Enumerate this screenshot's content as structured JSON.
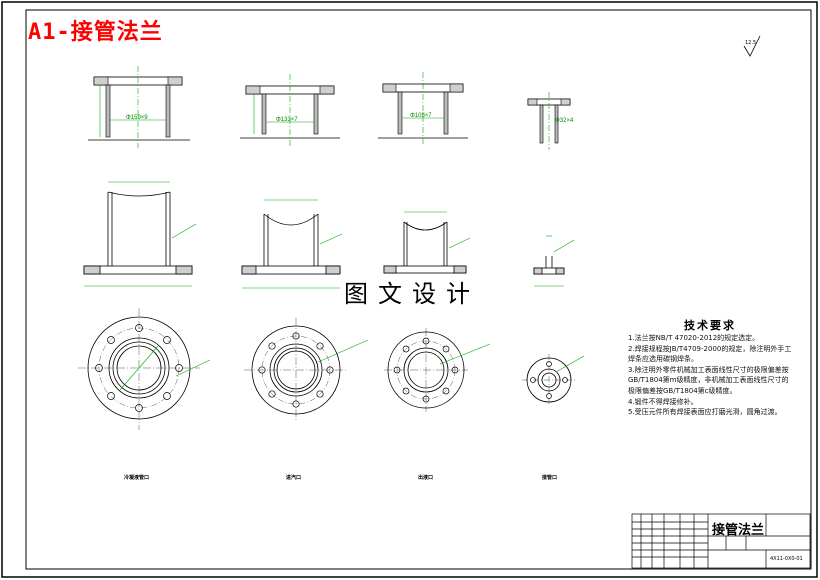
{
  "title": "A1-接管法兰",
  "watermark": "图文设计",
  "roughness": "12.5",
  "technical_requirements": {
    "heading": "技术要求",
    "items": [
      "1.法兰按NB/T 47020-2012的规定选定。",
      "2.焊接规程按JB/T4709-2000的规定，除注明外手工焊条应选用碳钢焊条。",
      "3.除注明外零件机械加工表面线性尺寸的极限偏差按GB/T1804第m级精度，非机械加工表面线性尺寸的极限偏差按GB/T1804第c级精度。",
      "4.锻件不得焊接修补。",
      "5.受压元件所有焊接表面应打磨光滑，圆角过渡。"
    ]
  },
  "title_block": {
    "name": "接管法兰",
    "drawing_no": "4X11-0X0-01"
  },
  "views": [
    {
      "caption": "冷凝液管口",
      "pipe_dim": "Φ159×9"
    },
    {
      "caption": "进汽口",
      "pipe_dim": "Φ133×7"
    },
    {
      "caption": "出液口",
      "pipe_dim": "Φ108×7"
    },
    {
      "caption": "接管口",
      "pipe_dim": "Φ32×4"
    }
  ]
}
